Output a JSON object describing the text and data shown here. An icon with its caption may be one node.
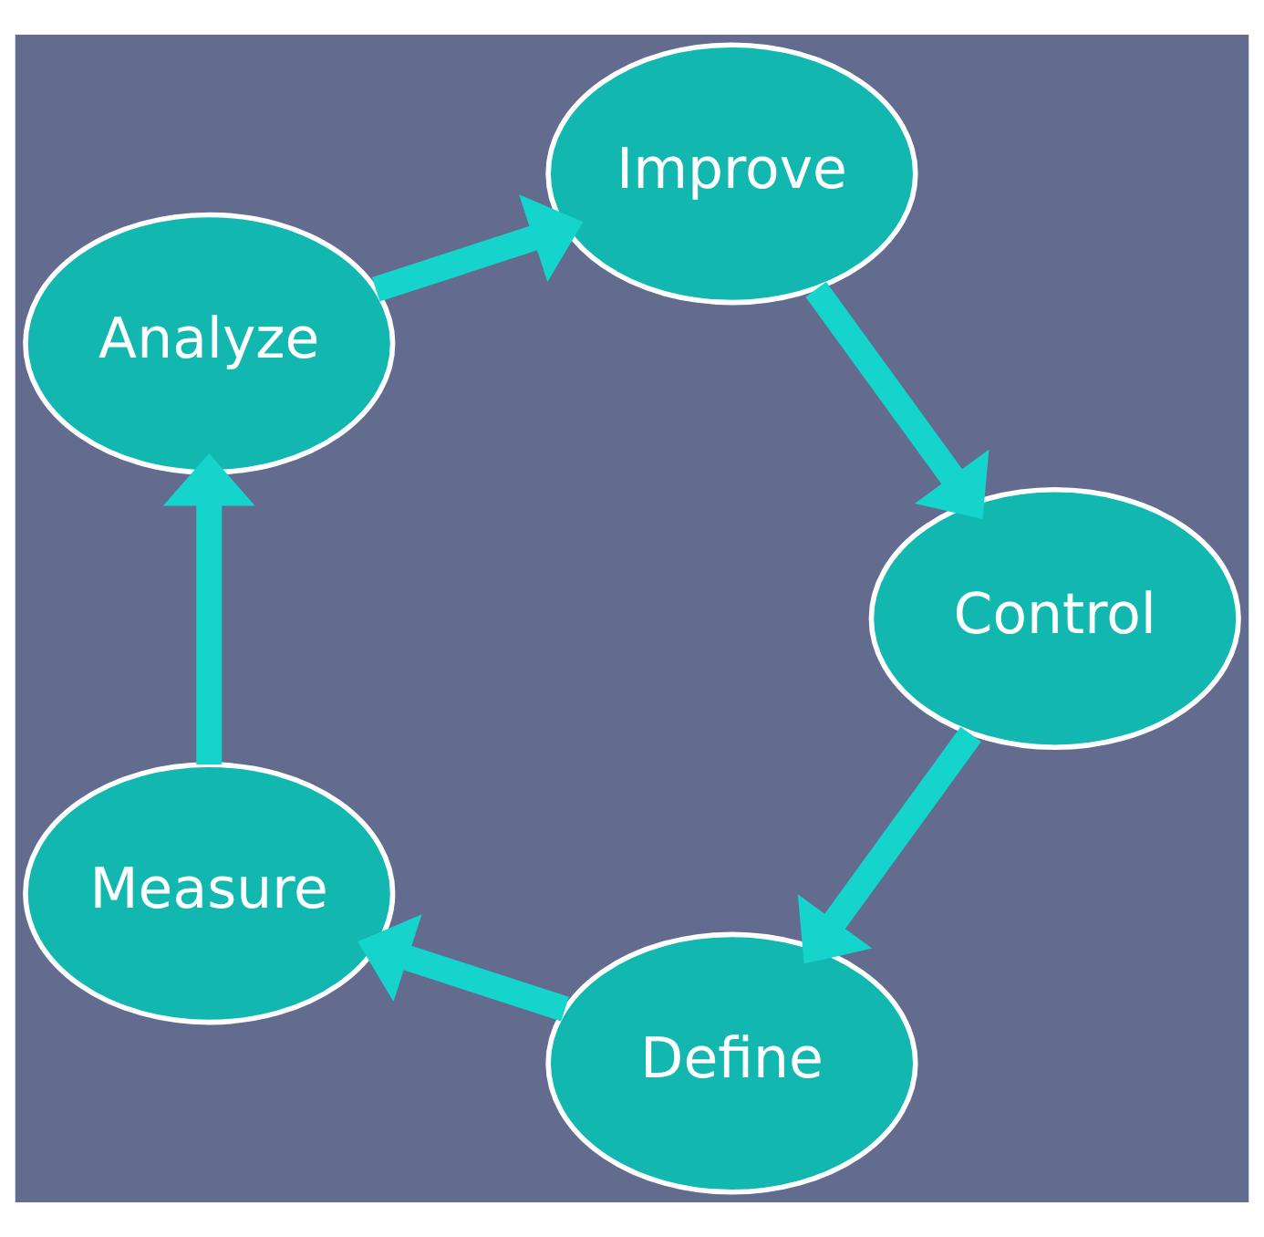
{
  "diagram": {
    "nodes": [
      {
        "text": [
          "Define"
        ]
      },
      {
        "text": [
          "Measure"
        ]
      },
      {
        "text": [
          "Analyze"
        ]
      },
      {
        "text": [
          "Improve"
        ]
      },
      {
        "text": [
          "Control"
        ]
      }
    ],
    "edges": [
      {
        "from": 0,
        "to": 1,
        "arrow": "to"
      },
      {
        "from": 1,
        "to": 2,
        "arrow": "to"
      },
      {
        "from": 2,
        "to": 3,
        "arrow": "to"
      },
      {
        "from": 3,
        "to": 4,
        "arrow": "to"
      },
      {
        "from": 4,
        "to": 0,
        "arrow": "to"
      }
    ]
  }
}
